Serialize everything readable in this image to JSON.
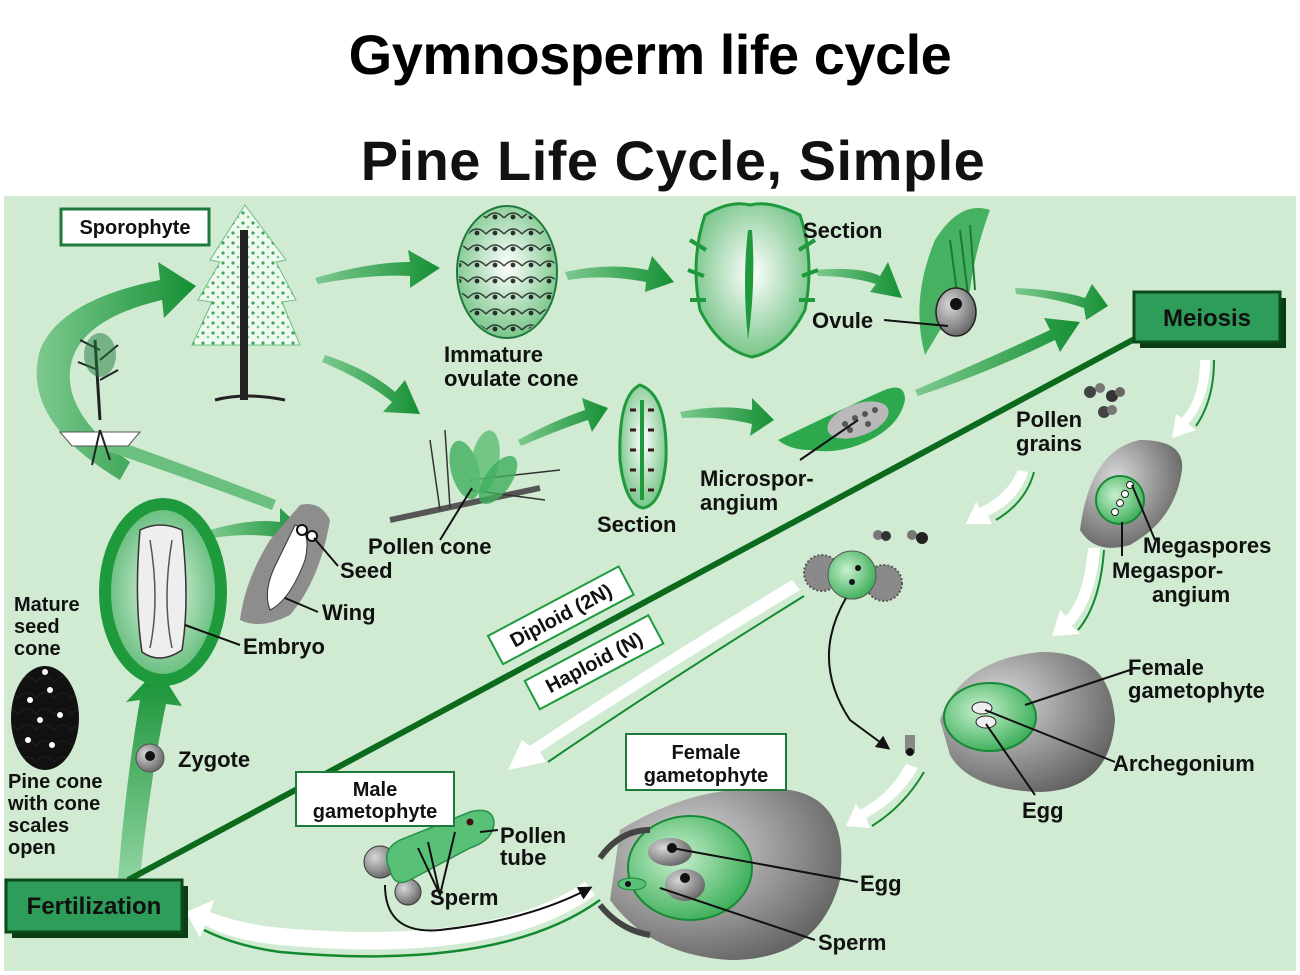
{
  "slide": {
    "title": "Gymnosperm life cycle"
  },
  "figure": {
    "title": "Pine Life Cycle, Simple",
    "colors": {
      "panel_background": "#d1ebd3",
      "arrow_green": "#1e9a3c",
      "box_green": "#2e9d5a",
      "line_dark_green": "#0b6a1c",
      "gray_tissue": "#808080"
    },
    "boxes": {
      "sporophyte": "Sporophyte",
      "meiosis": "Meiosis",
      "fertilization": "Fertilization",
      "male_gametophyte_line1": "Male",
      "male_gametophyte_line2": "gametophyte",
      "female_gametophyte_line1": "Female",
      "female_gametophyte_line2": "gametophyte",
      "diploid": "Diploid (2N)",
      "haploid": "Haploid (N)"
    },
    "labels": {
      "immature_ovulate_cone_line1": "Immature",
      "immature_ovulate_cone_line2": "ovulate cone",
      "section_top": "Section",
      "ovule": "Ovule",
      "pollen_cone": "Pollen cone",
      "section_bottom": "Section",
      "microsporangium_line1": "Microspor-",
      "microsporangium_line2": "angium",
      "pollen_grains_line1": "Pollen",
      "pollen_grains_line2": "grains",
      "megaspores": "Megaspores",
      "megasporangium_line1": "Megaspor-",
      "megasporangium_line2": "angium",
      "female_gametophyte_line1": "Female",
      "female_gametophyte_line2": "gametophyte",
      "archegonium": "Archegonium",
      "egg_right": "Egg",
      "seed": "Seed",
      "wing": "Wing",
      "embryo": "Embryo",
      "mature_seed_cone_line1": "Mature",
      "mature_seed_cone_line2": "seed",
      "mature_seed_cone_line3": "cone",
      "zygote": "Zygote",
      "pine_cone_line1": "Pine cone",
      "pine_cone_line2": "with cone",
      "pine_cone_line3": "scales",
      "pine_cone_line4": "open",
      "pollen_tube_line1": "Pollen",
      "pollen_tube_line2": "tube",
      "sperm_male": "Sperm",
      "egg_bottom": "Egg",
      "sperm_bottom": "Sperm"
    }
  }
}
